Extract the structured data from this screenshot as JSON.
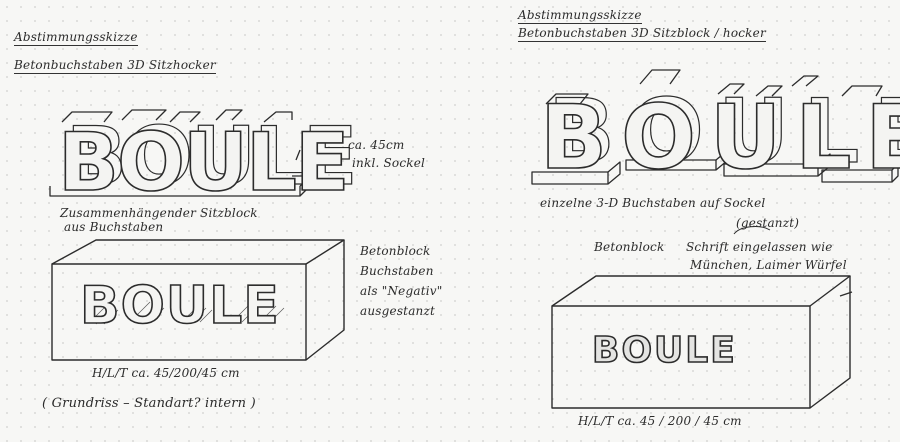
{
  "left": {
    "title_line1": "Abstimmungsskizze",
    "title_line2": "Betonbuchstaben 3D  Sitzhocker",
    "word": "BOULE",
    "size_note_line1": "ca. 45cm",
    "size_note_line2": "inkl. Sockel",
    "caption_line1": "Zusammenhängender Sitzblock",
    "caption_line2": "aus Buchstaben",
    "block_note_line1": "Betonblock",
    "block_note_line2": "Buchstaben",
    "block_note_line3": "als \"Negativ\"",
    "block_note_line4": "ausgestanzt",
    "block_word": "BOULE",
    "dims": "H/L/T  ca. 45/200/45 cm",
    "footer": "(  Grundriss  –  Standart?  intern  )"
  },
  "right": {
    "title_line1": "Abstimmungsskizze",
    "title_line2": "Betonbuchstaben 3D  Sitzblock / hocker",
    "word": "BOULE",
    "caption": "einzelne 3-D Buchstaben auf Sockel",
    "gestanzt_note": "(gestanzt)",
    "block_label": "Betonblock",
    "schrift_line1": "Schrift eingelassen wie",
    "schrift_line2": "München, Laimer Würfel",
    "block_word": "BOULE",
    "dims": "H/L/T  ca. 45 / 200 / 45 cm"
  }
}
